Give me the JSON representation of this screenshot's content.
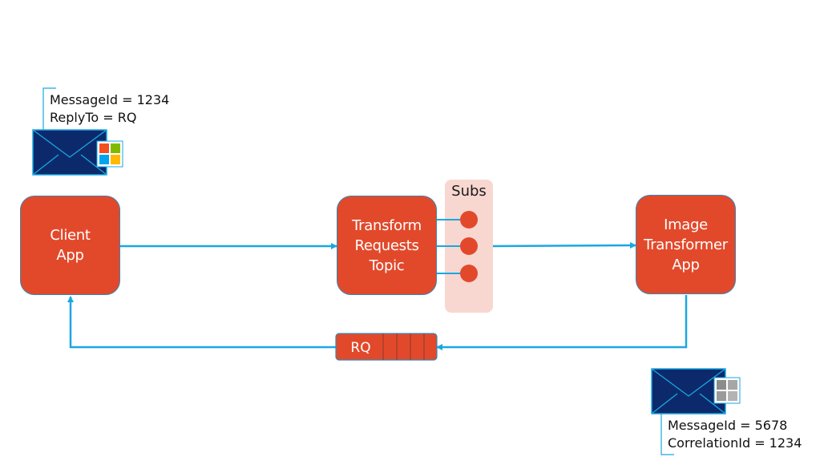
{
  "colors": {
    "node_fill": "#e2492b",
    "node_border": "#3a86b3",
    "arrow": "#1aa7e3",
    "subs_panel": "#f8d7d1",
    "envelope": "#0c2a6b",
    "envelope_border": "#1aa7e3"
  },
  "nodes": {
    "client": {
      "label": "Client\nApp"
    },
    "topic": {
      "label": "Transform\nRequests\nTopic"
    },
    "transformer": {
      "label": "Image\nTransformer\nApp"
    }
  },
  "subscriptions": {
    "label": "Subs",
    "count": 3
  },
  "reply_queue": {
    "label": "RQ",
    "slots": 4
  },
  "request_message": {
    "lines": [
      "MessageId = 1234",
      "ReplyTo = RQ"
    ],
    "badge_icon": "windows-logo-icon",
    "badge_colors": [
      "#f25022",
      "#7fba00",
      "#00a4ef",
      "#ffb900"
    ]
  },
  "reply_message": {
    "lines": [
      "MessageId = 5678",
      "CorrelationId = 1234"
    ],
    "badge_icon": "grayscale-tiles-icon"
  },
  "edges": [
    {
      "from": "client",
      "to": "topic"
    },
    {
      "from": "topic",
      "to": "transformer"
    },
    {
      "from": "transformer",
      "to": "reply_queue"
    },
    {
      "from": "reply_queue",
      "to": "client"
    }
  ]
}
